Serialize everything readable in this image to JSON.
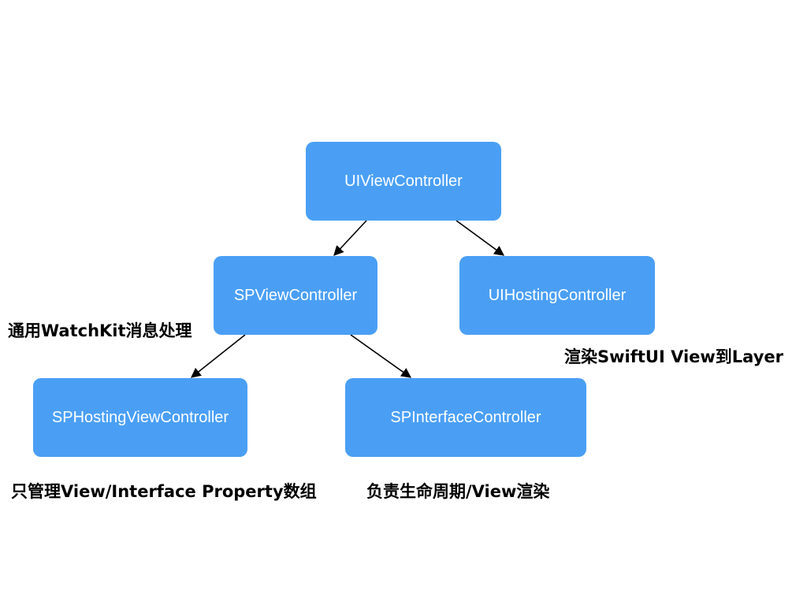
{
  "diagram": {
    "node_color": "#4a9ff5",
    "text_color": "#ffffff",
    "edge_color": "#000000",
    "nodes": {
      "uiviewcontroller": "UIViewController",
      "spviewcontroller": "SPViewController",
      "uihostingcontroller": "UIHostingController",
      "sphostingviewcontroller": "SPHostingViewController",
      "spinterfacecontroller": "SPInterfaceController"
    },
    "edges": [
      {
        "from": "UIViewController",
        "to": "SPViewController"
      },
      {
        "from": "UIViewController",
        "to": "UIHostingController"
      },
      {
        "from": "SPViewController",
        "to": "SPHostingViewController"
      },
      {
        "from": "SPViewController",
        "to": "SPInterfaceController"
      }
    ],
    "notes": {
      "spviewcontroller": "通用WatchKit消息处理",
      "uihostingcontroller": "渲染SwiftUI View到Layer",
      "sphostingviewcontroller": "只管理View/Interface Property数组",
      "spinterfacecontroller": "负责生命周期/View渲染"
    }
  }
}
